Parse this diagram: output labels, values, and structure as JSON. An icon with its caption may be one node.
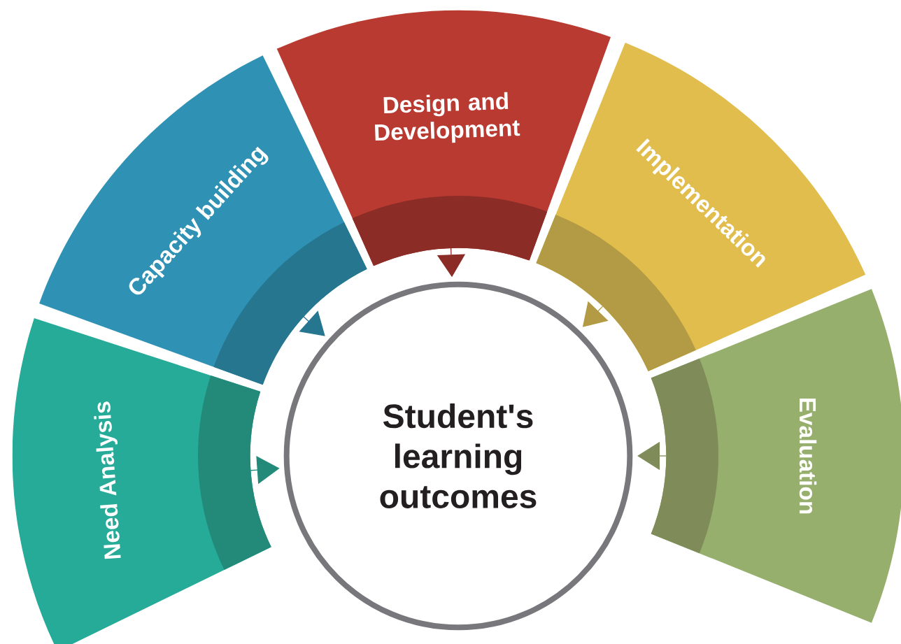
{
  "diagram": {
    "nodes": [
      {
        "text": [
          "Need Analysis"
        ]
      },
      {
        "text": [
          "Capacity building"
        ]
      },
      {
        "text": [
          "Design and Development"
        ]
      },
      {
        "text": [
          "Implementation"
        ]
      },
      {
        "text": [
          "Evaluation"
        ]
      },
      {
        "text": [
          "Student's learning outcomes"
        ]
      }
    ],
    "edges": [
      {
        "from": 0,
        "to": 5,
        "arrow": "to",
        "color": "#238a7a"
      },
      {
        "from": 1,
        "to": 5,
        "arrow": "to",
        "color": "#277690"
      },
      {
        "from": 2,
        "to": 5,
        "arrow": "to",
        "color": "#8c2c27"
      },
      {
        "from": 3,
        "to": 5,
        "arrow": "to",
        "color": "#b39a44"
      },
      {
        "from": 4,
        "to": 5,
        "arrow": "to",
        "color": "#7f8c5a"
      }
    ]
  }
}
